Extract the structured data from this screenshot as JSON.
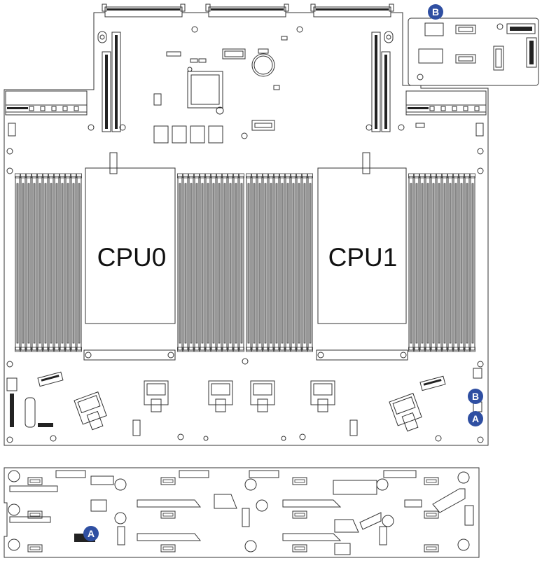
{
  "labels": {
    "cpu0": "CPU0",
    "cpu1": "CPU1"
  },
  "markers": [
    {
      "letter": "B",
      "location": "riser-board-connector"
    },
    {
      "letter": "B",
      "location": "motherboard-right-edge"
    },
    {
      "letter": "A",
      "location": "motherboard-right-edge"
    },
    {
      "letter": "A",
      "location": "backplane-connector"
    }
  ],
  "colors": {
    "marker_fill": "#2f4fa2",
    "outline": "#333333",
    "dimm_fill": "#bfbfbf"
  }
}
